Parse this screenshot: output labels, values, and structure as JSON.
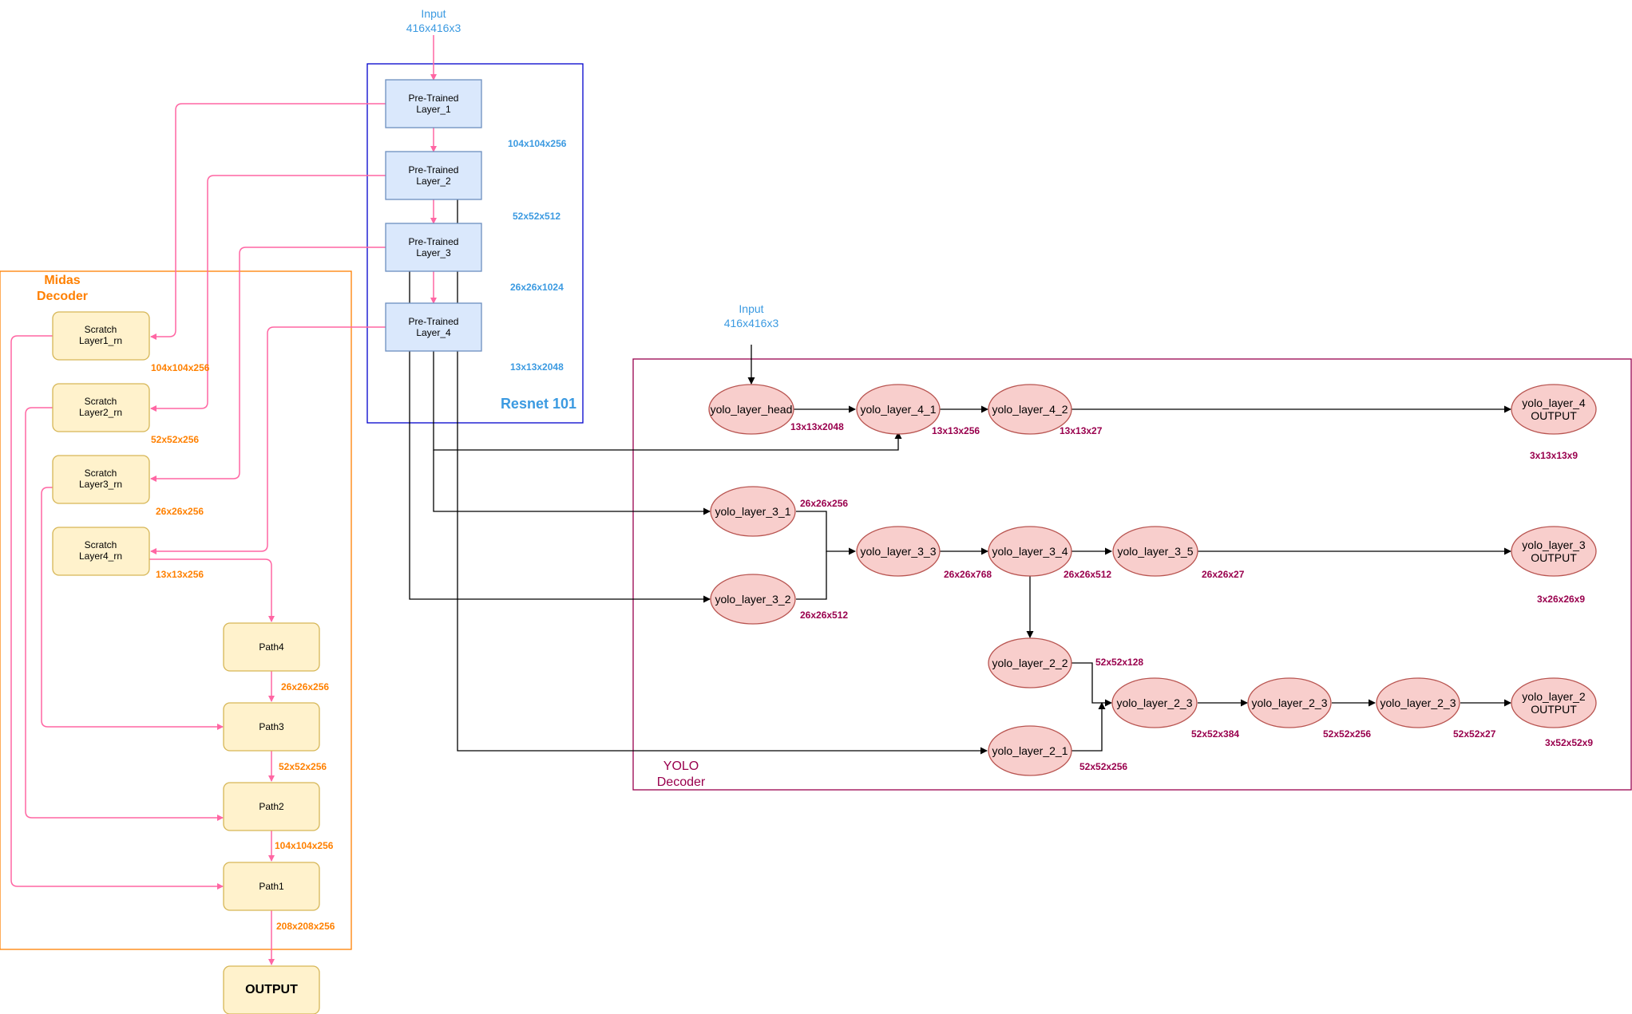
{
  "resnet": {
    "title": "Resnet 101",
    "input": [
      "Input",
      "416x416x3"
    ],
    "layers": [
      [
        "Pre-Trained",
        "Layer_1"
      ],
      [
        "Pre-Trained",
        "Layer_2"
      ],
      [
        "Pre-Trained",
        "Layer_3"
      ],
      [
        "Pre-Trained",
        "Layer_4"
      ]
    ],
    "dims": [
      "104x104x256",
      "52x52x512",
      "26x26x1024",
      "13x13x2048"
    ]
  },
  "midas": {
    "title": [
      "Midas",
      "Decoder"
    ],
    "scratch": [
      [
        "Scratch",
        "Layer1_rn"
      ],
      [
        "Scratch",
        "Layer2_rn"
      ],
      [
        "Scratch",
        "Layer3_rn"
      ],
      [
        "Scratch",
        "Layer4_rn"
      ]
    ],
    "scratch_dims": [
      "104x104x256",
      "52x52x256",
      "26x26x256",
      "13x13x256"
    ],
    "paths": [
      "Path4",
      "Path3",
      "Path2",
      "Path1"
    ],
    "path_dims": [
      "26x26x256",
      "52x52x256",
      "104x104x256",
      "208x208x256"
    ],
    "output": "OUTPUT"
  },
  "yolo": {
    "title": [
      "YOLO",
      "Decoder"
    ],
    "input": [
      "Input",
      "416x416x3"
    ],
    "nodes": {
      "head": "yolo_layer_head",
      "l4_1": "yolo_layer_4_1",
      "l4_2": "yolo_layer_4_2",
      "l4_out": [
        "yolo_layer_4",
        "OUTPUT"
      ],
      "l3_1": "yolo_layer_3_1",
      "l3_2": "yolo_layer_3_2",
      "l3_3": "yolo_layer_3_3",
      "l3_4": "yolo_layer_3_4",
      "l3_5": "yolo_layer_3_5",
      "l3_out": [
        "yolo_layer_3",
        "OUTPUT"
      ],
      "l2_2": "yolo_layer_2_2",
      "l2_1": "yolo_layer_2_1",
      "l2_3a": "yolo_layer_2_3",
      "l2_3b": "yolo_layer_2_3",
      "l2_3c": "yolo_layer_2_3",
      "l2_out": [
        "yolo_layer_2",
        "OUTPUT"
      ]
    },
    "dims": {
      "head": "13x13x2048",
      "l4_1": "13x13x256",
      "l4_2": "13x13x27",
      "l4_out": "3x13x13x9",
      "l3_1": "26x26x256",
      "l3_2": "26x26x512",
      "l3_3": "26x26x768",
      "l3_4": "26x26x512",
      "l3_5": "26x26x27",
      "l3_out": "3x26x26x9",
      "l2_2": "52x52x128",
      "l2_1": "52x52x256",
      "l2_3a": "52x52x384",
      "l2_3b": "52x52x256",
      "l2_3c": "52x52x27",
      "l2_out": "3x52x52x9"
    }
  },
  "colors": {
    "resnet": "#3b9ae1",
    "midas": "#ff8000",
    "yolo": "#99004d",
    "midas_arrows": "#ff66a3"
  }
}
